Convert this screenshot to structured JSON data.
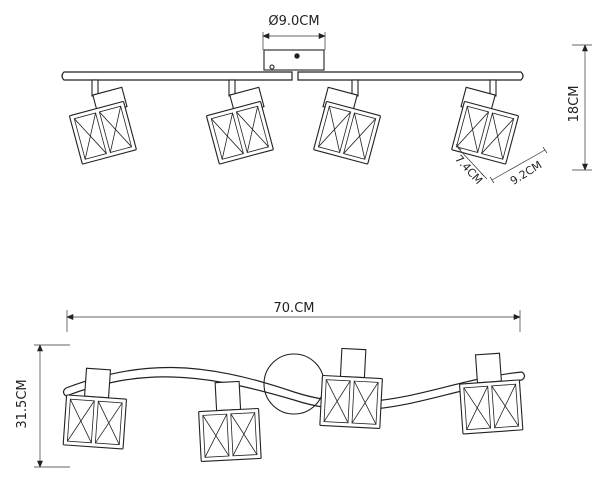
{
  "dimensions": {
    "base_diameter": "Ø9.0CM",
    "height": "18CM",
    "shade_height": "7.4CM",
    "shade_width": "9.2CM",
    "total_length": "70.CM",
    "total_width": "31.5CM"
  },
  "colors": {
    "line": "#222222",
    "background": "#ffffff"
  }
}
